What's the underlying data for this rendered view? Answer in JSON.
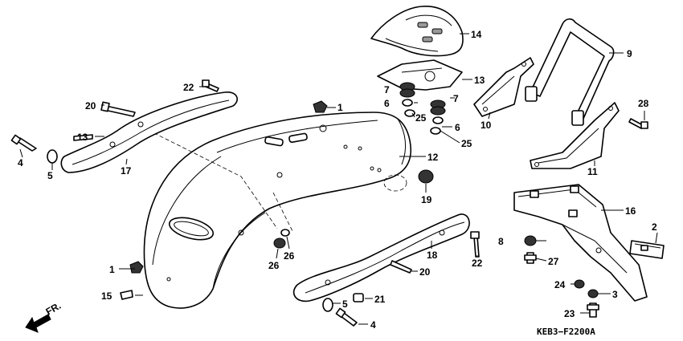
{
  "diagram": {
    "code": "KEB3−F2200A",
    "direction": "FR.",
    "arrow_icon": "front-direction-arrow-icon",
    "callouts": {
      "c1a": "1",
      "c1b": "1",
      "c2": "2",
      "c3": "3",
      "c4a": "4",
      "c4b": "4",
      "c5a": "5",
      "c5b": "5",
      "c6a": "6",
      "c6b": "6",
      "c7a": "7",
      "c7b": "7",
      "c8": "8",
      "c9": "9",
      "c10": "10",
      "c11": "11",
      "c12": "12",
      "c13a": "13",
      "c13b": "13",
      "c14": "14",
      "c15": "15",
      "c16": "16",
      "c17": "17",
      "c18": "18",
      "c19": "19",
      "c20a": "20",
      "c20b": "20",
      "c21": "21",
      "c22a": "22",
      "c22b": "22",
      "c23": "23",
      "c24": "24",
      "c25a": "25",
      "c25b": "25",
      "c26a": "26",
      "c26b": "26",
      "c27": "27",
      "c28": "28"
    }
  }
}
